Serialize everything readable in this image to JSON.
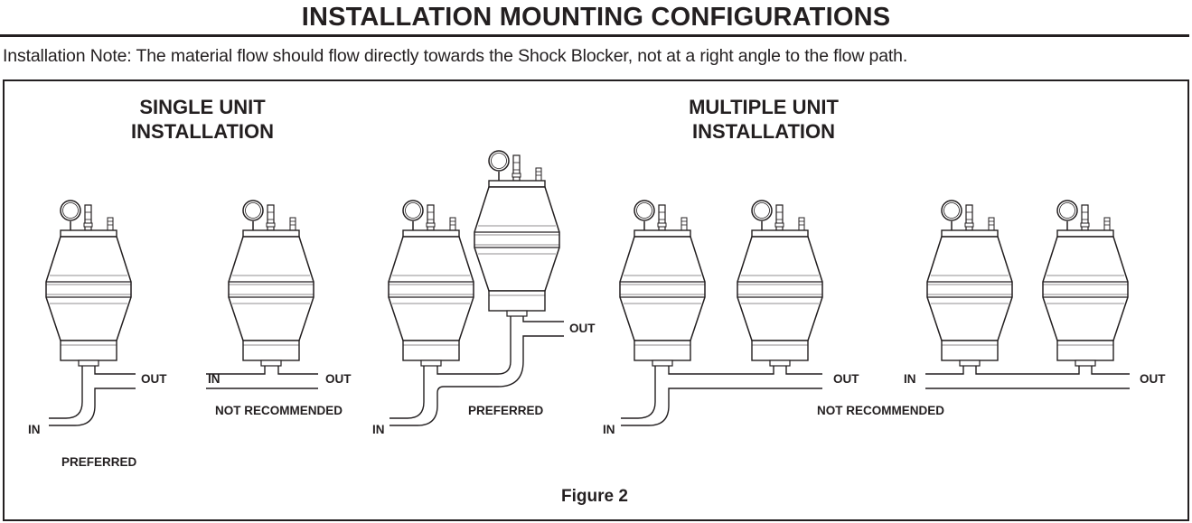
{
  "heading": "INSTALLATION MOUNTING CONFIGURATIONS",
  "note": "Installation Note: The material flow should flow directly towards the Shock Blocker, not at a right angle to the flow path.",
  "figure": {
    "caption": "Figure 2",
    "sections": {
      "single": [
        "SINGLE UNIT",
        "INSTALLATION"
      ],
      "multiple": [
        "MULTIPLE UNIT",
        "INSTALLATION"
      ]
    },
    "labels": {
      "in": "IN",
      "out": "OUT",
      "preferred": "PREFERRED",
      "not_recommended": "NOT RECOMMENDED"
    }
  }
}
